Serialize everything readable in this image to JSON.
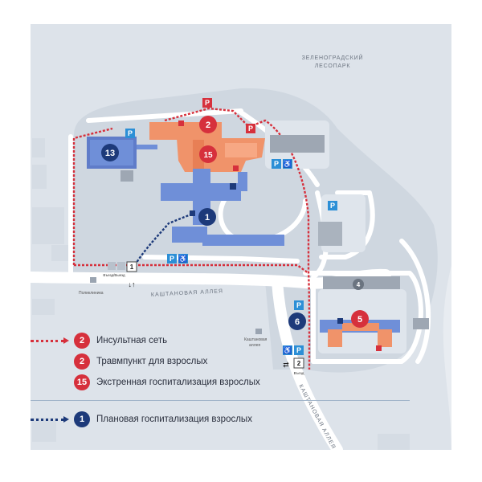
{
  "labels": {
    "forest": [
      "ЗЕЛЕНОГРАДСКИЙ",
      "ЛЕСОПАРК"
    ],
    "street_top": "КАШТАНОВАЯ АЛЛЕЯ",
    "street_right": "КАШТАНОВАЯ АЛЛЕЯ",
    "bus_stop_left": "Поликлиника",
    "bus_stop_right": [
      "Каштановая",
      "аллея"
    ],
    "gate_left": "Въезд/Выезд",
    "gate_right": "Въезд",
    "gate_1": "1",
    "gate_2": "2",
    "parking": "P",
    "wheelchair": "♿"
  },
  "buildings": {
    "b1": "1",
    "b2": "2",
    "b4": "4",
    "b5": "5",
    "b6": "6",
    "b13": "13",
    "b15": "15"
  },
  "legend": [
    {
      "badge": "2",
      "color": "red",
      "line": "red",
      "text": "Инсультная сеть"
    },
    {
      "badge": "2",
      "color": "red",
      "line": "",
      "text": "Травмпункт для взрослых"
    },
    {
      "badge": "15",
      "color": "red",
      "line": "",
      "text": "Экстренная госпитализация взрослых"
    },
    {
      "badge": "1",
      "color": "navy",
      "line": "blue",
      "text": "Плановая госпитализация взрослых"
    }
  ],
  "colors": {
    "ground": "#dfe5ec",
    "road": "#ffffff",
    "orange": "#f0936a",
    "blue": "#6f8fd8",
    "gray_bld": "#9ea7b3",
    "red": "#d6303c",
    "navy": "#1d3a7a",
    "parking": "#2c8fd6"
  }
}
